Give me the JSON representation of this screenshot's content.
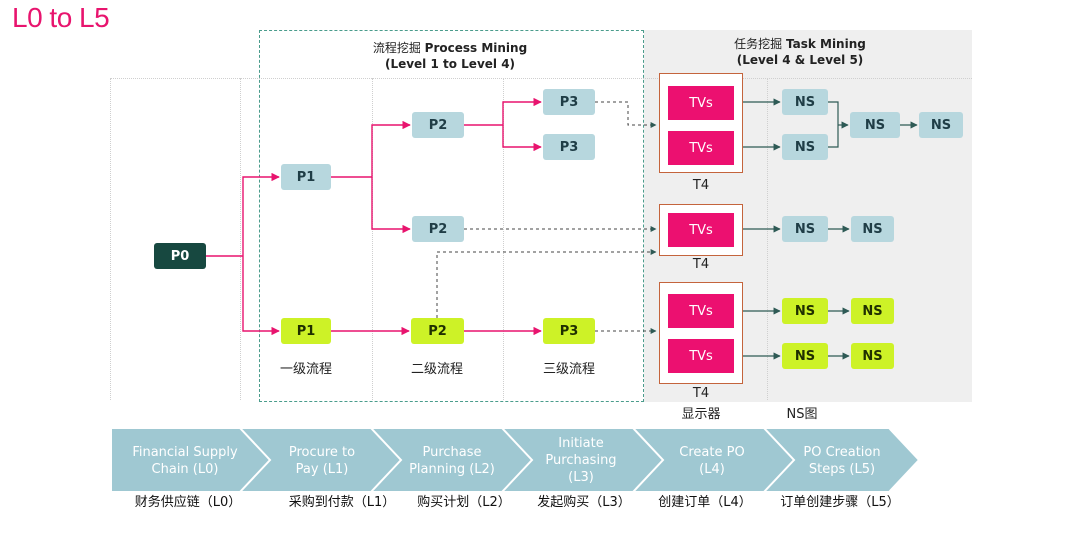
{
  "title": "L0 to L5",
  "process_mining_header": {
    "cn": "流程挖掘",
    "en": "Process Mining",
    "sub": "(Level 1 to Level 4)"
  },
  "task_mining_header": {
    "cn": "任务挖掘",
    "en": "Task Mining",
    "sub": "(Level 4 & Level 5)"
  },
  "nodes": {
    "p0": "P0",
    "p1": "P1",
    "p2": "P2",
    "p3": "P3",
    "tvs": "TVs",
    "t4": "T4",
    "ns": "NS"
  },
  "column_labels": [
    "一级流程",
    "二级流程",
    "三级流程",
    "显示器",
    "NS图"
  ],
  "chevrons": [
    {
      "line1": "Financial Supply",
      "line2": "Chain (L0)"
    },
    {
      "line1": "Procure to",
      "line2": "Pay (L1)"
    },
    {
      "line1": "Purchase",
      "line2": "Planning (L2)"
    },
    {
      "line1": "Initiate",
      "line2": "Purchasing",
      "line3": "(L3)"
    },
    {
      "line1": "Create PO",
      "line2": "(L4)"
    },
    {
      "line1": "PO Creation",
      "line2": "Steps (L5)"
    }
  ],
  "bottom_labels": [
    "财务供应链（L0）",
    "采购到付款（L1）",
    "购买计划（L2）",
    "发起购买（L3）",
    "创建订单（L4）",
    "订单创建步骤（L5）"
  ],
  "colors": {
    "magenta": "#e8146e",
    "node_blue": "#b7d7de",
    "node_lime": "#cdf227",
    "node_dark": "#174840",
    "tv_pink": "#ec1070",
    "chevron": "#9fc8d2"
  }
}
